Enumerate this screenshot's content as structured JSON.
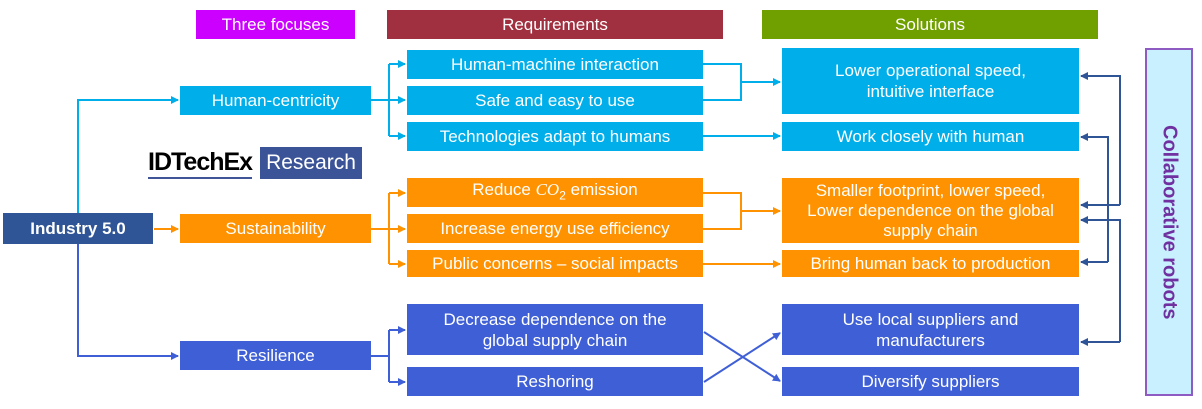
{
  "headers": {
    "focuses": "Three focuses",
    "requirements": "Requirements",
    "solutions": "Solutions"
  },
  "header_colors": {
    "focuses": "#CC00FF",
    "requirements": "#A0303F",
    "solutions": "#70A000"
  },
  "root": "Industry 5.0",
  "logo": {
    "brand": "IDTechEx",
    "tag": "Research"
  },
  "focuses": [
    {
      "label": "Human-centricity",
      "color": "#00AEEA"
    },
    {
      "label": "Sustainability",
      "color": "#FF9200"
    },
    {
      "label": "Resilience",
      "color": "#3F5FD6"
    }
  ],
  "requirements": {
    "human": [
      "Human-machine interaction",
      "Safe and easy to use",
      "Technologies adapt to humans"
    ],
    "sustainability": [
      "Reduce CO₂ emission",
      "Increase energy use efficiency",
      "Public concerns – social impacts"
    ],
    "resilience": [
      "Decrease dependence on the global supply chain",
      "Reshoring"
    ]
  },
  "req_co2": {
    "prefix": "Reduce ",
    "formula": "CO",
    "sub": "2",
    "suffix": " emission"
  },
  "solutions": {
    "human": [
      "Lower operational speed, intuitive interface",
      "Work closely with human"
    ],
    "sustainability": [
      "Smaller footprint, lower speed, Lower dependence on the global supply chain",
      "Bring human back to production"
    ],
    "resilience": [
      "Use local suppliers and manufacturers",
      "Diversify suppliers"
    ]
  },
  "side_label": "Collaborative robots"
}
